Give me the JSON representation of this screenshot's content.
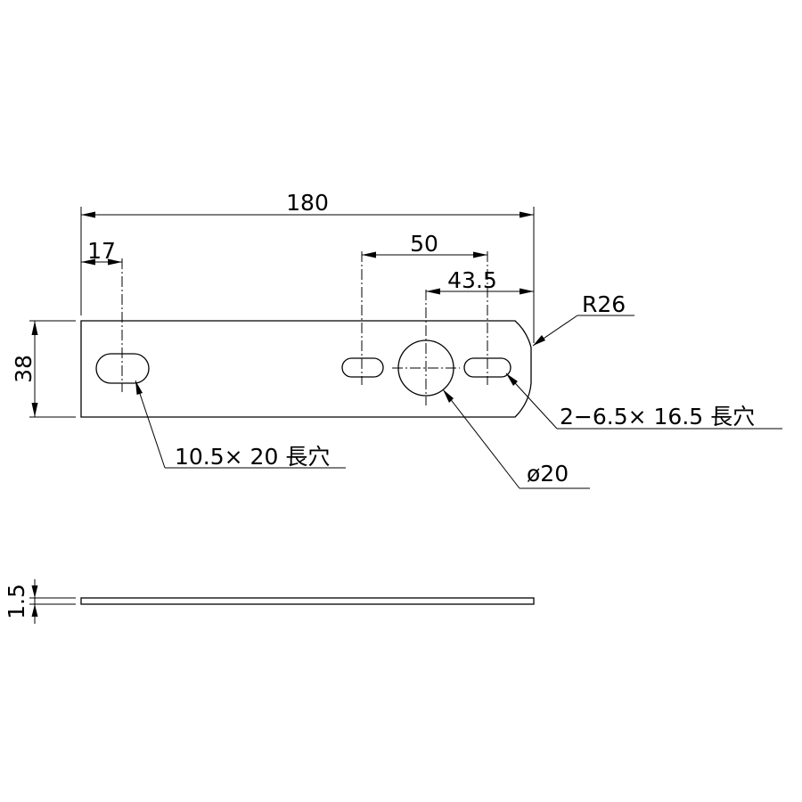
{
  "dimensions": {
    "overall_length": "180",
    "left_slot_offset": "17",
    "hole_spacing": "50",
    "right_offset": "43.5",
    "corner_radius": "R26",
    "height": "38",
    "thickness": "1.5"
  },
  "callouts": {
    "large_slot": "10.5× 20 長穴",
    "small_slots": "2−6.5× 16.5 長穴",
    "round_hole": "ø20"
  }
}
